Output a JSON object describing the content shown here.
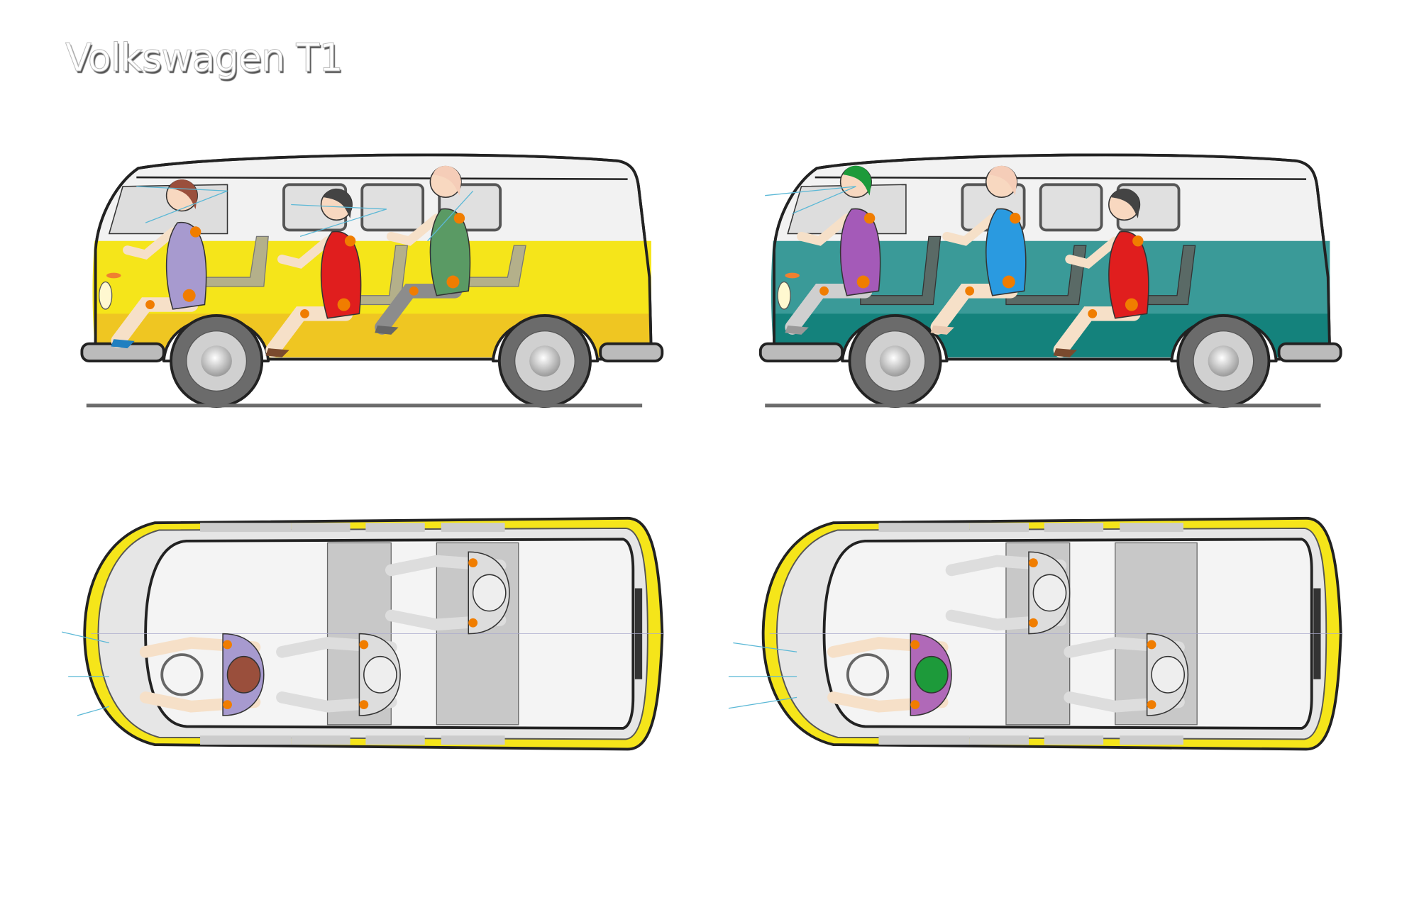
{
  "title": "Volkswagen T1",
  "colors": {
    "yellow_body": "#f5e51a",
    "teal_body": "#2e8f8c",
    "roof": "#f2f2f2",
    "seat": "#b4b08a",
    "joint": "#f07d00",
    "ground": "#6b6b6b"
  },
  "views": [
    {
      "name": "side-view-yellow"
    },
    {
      "name": "side-view-teal"
    },
    {
      "name": "top-view-yellow"
    },
    {
      "name": "top-view-teal"
    }
  ]
}
